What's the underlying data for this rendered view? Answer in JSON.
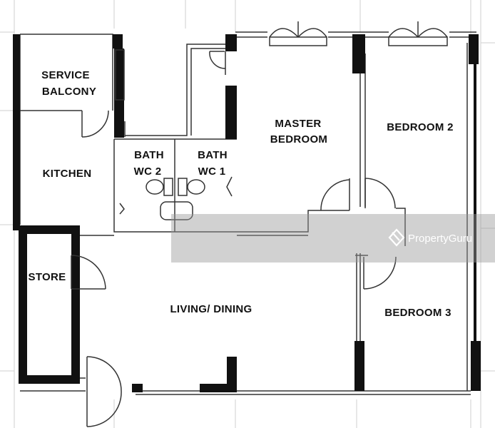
{
  "rooms": {
    "service_balcony": [
      "SERVICE",
      "BALCONY"
    ],
    "kitchen": [
      "KITCHEN"
    ],
    "bath_wc_2": [
      "BATH",
      "WC 2"
    ],
    "bath_wc_1": [
      "BATH",
      "WC 1"
    ],
    "master_bedroom": [
      "MASTER",
      "BEDROOM"
    ],
    "bedroom_2": [
      "BEDROOM 2"
    ],
    "store": [
      "STORE"
    ],
    "living_dining": [
      "LIVING/ DINING"
    ],
    "bedroom_3": [
      "BEDROOM 3"
    ]
  },
  "watermark": {
    "text": "PropertyGuru",
    "icon": "propertyguru-logo-icon"
  },
  "colors": {
    "wall": "#111111",
    "line": "#333333",
    "grid": "#cfcfcf",
    "watermark_band": "#9a9a9a"
  }
}
